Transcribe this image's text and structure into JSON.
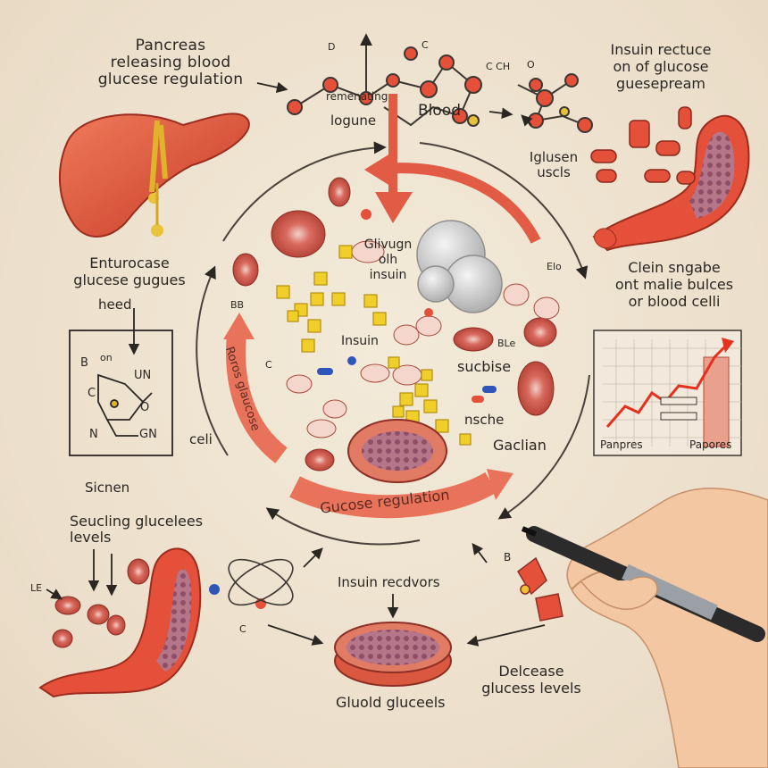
{
  "labels": {
    "top_left_title": "Pancreas\nreleasing blood\nglucese regulation",
    "top_center_small_d": "D",
    "top_center_small_ch": "C  CH",
    "top_center_small_c": "C",
    "top_center_small_o": "O",
    "remenating": "remenating",
    "logune": "logune",
    "blood": "Blood",
    "top_right_title": "Insuin rectuce\non of glucose\nguesepream",
    "iglusen": "Iglusen\nuscls",
    "left_title": "Enturocase\nglucese gugues",
    "heed": "heed",
    "ring_glycogen": "Glivugn\nolh\ninsuin",
    "ring_insuin": "Insuin",
    "ring_sucbise": "sucbise",
    "ring_nsche": "nsche",
    "ring_gaclian": "Gaclian",
    "ring_bb": "BB",
    "ring_c": "C",
    "ring_ble": "BLe",
    "ring_elo": "Elo",
    "left_arrow_text": "Roros glaucose",
    "bottom_banner": "Gucose  regulation",
    "right_title": "Clein sngabe\nont malie bulces\nor blood celli",
    "chart_label_left": "Panpres",
    "chart_label_right": "Papores",
    "structure_b": "B",
    "structure_on": "on",
    "structure_un": "UN",
    "structure_c": "C",
    "structure_o": "O",
    "structure_n": "N",
    "structure_gn": "GN",
    "celi": "celi",
    "sicnen": "Sicnen",
    "bottom_left_title": "Seucling glucelees\nlevels",
    "bottom_left_le": "LE",
    "insuin_recdvors": "Insuin recdvors",
    "ring_small_c": "C",
    "bottom_right_label": "Delcease\nglucess levels",
    "bottom_center_label": "Gluold gluceels",
    "hand_b": "B"
  },
  "colors": {
    "paper": "#efe4d3",
    "organ_red": "#e4503a",
    "organ_dark": "#b73425",
    "tissue_purple": "#a2647a",
    "glucose_yellow": "#f1cf2a",
    "ink": "#2a2622",
    "arrow_red": "#e15b45",
    "blue_dot": "#2f55b8"
  },
  "icons": [
    "liver-icon",
    "pancreas-icon",
    "molecule-icon",
    "blood-cell-icon",
    "insulin-cloud-icon",
    "hand-with-pen-icon",
    "line-chart-icon",
    "chemical-structure-icon",
    "receptor-icon"
  ]
}
